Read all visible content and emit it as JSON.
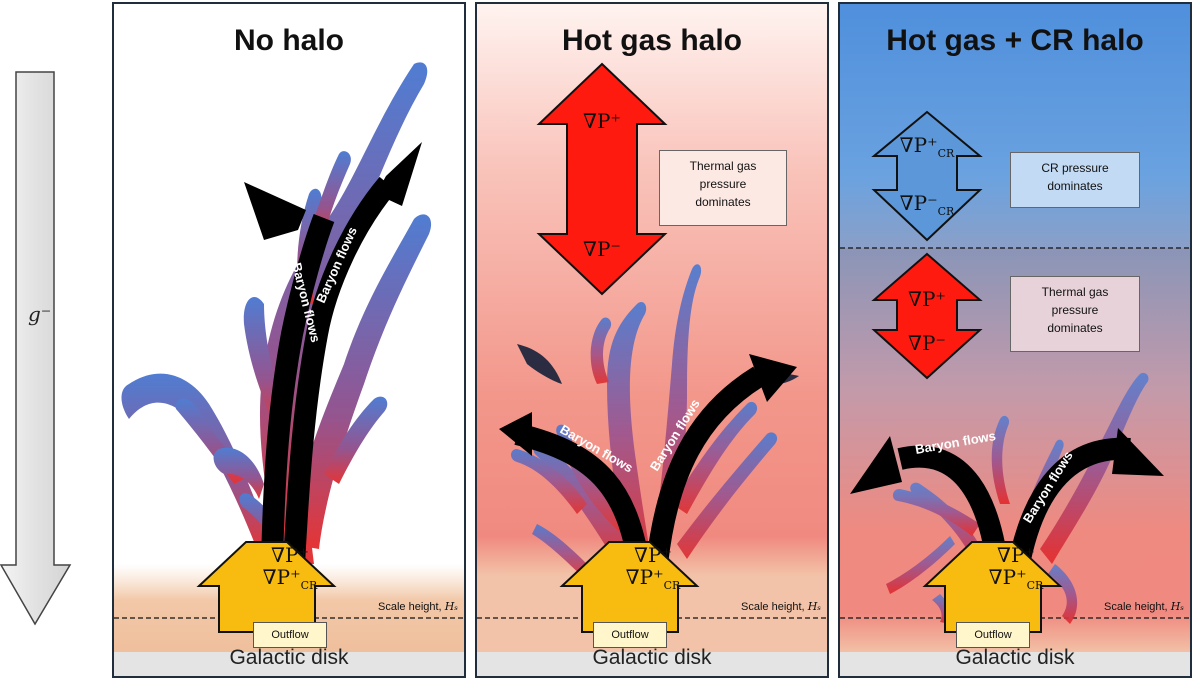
{
  "gravity_label": "g⁻",
  "disk_label": "Galactic disk",
  "scale_height_text": "Scale height,",
  "scale_height_symbol": "Hₛ",
  "outflow_label": "Outflow",
  "baryon_flows_label": "Baryon flows",
  "source_arrow": {
    "line1": "∇P⁺",
    "line2": "∇P⁺",
    "line2_sub": "CR"
  },
  "panels": [
    {
      "title": "No halo"
    },
    {
      "title": "Hot gas halo",
      "thermal_arrow": {
        "top": "∇P⁺",
        "bottom": "∇P⁻"
      },
      "note": [
        "Thermal gas",
        "pressure",
        "dominates"
      ]
    },
    {
      "title": "Hot gas + CR halo",
      "cr_arrow": {
        "top": "∇P⁺",
        "top_sub": "CR",
        "bottom": "∇P⁻",
        "bottom_sub": "CR"
      },
      "cr_note": [
        "CR pressure",
        "dominates"
      ],
      "thermal_arrow": {
        "top": "∇P⁺",
        "bottom": "∇P⁻"
      },
      "thermal_note": [
        "Thermal gas",
        "pressure",
        "dominates"
      ]
    }
  ],
  "colors": {
    "border": "#1f2d3d",
    "hot_gas": "#f08a80",
    "cr_halo": "#5a95d8",
    "disk": "#e4e4e4",
    "scale_band": "#f2c8a8",
    "source_arrow": "#f8bb10",
    "pressure_arrow": "#ff1a0f",
    "cr_arrow": "#5b97d9"
  }
}
